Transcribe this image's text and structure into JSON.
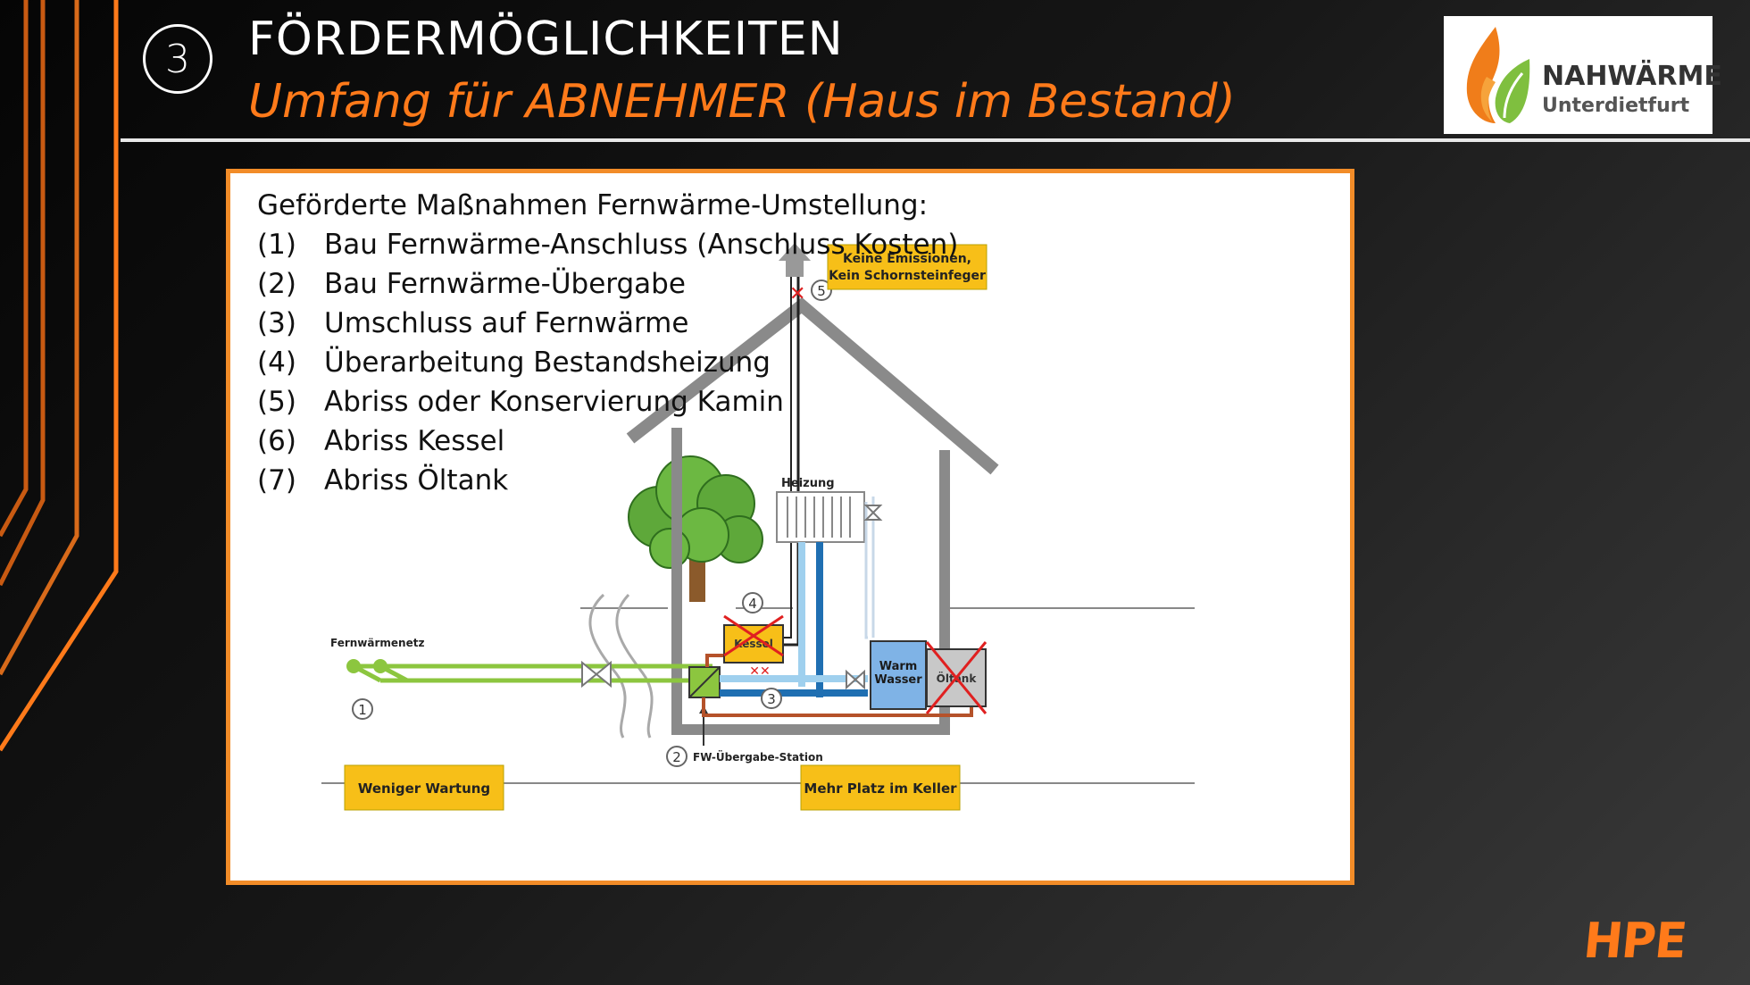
{
  "header": {
    "step_number": "3",
    "title": "FÖRDERMÖGLICHKEITEN",
    "subtitle": "Umfang für ABNEHMER (Haus im Bestand)"
  },
  "logo": {
    "line1": "NAHWÄRME",
    "line2": "Unterdietfurt"
  },
  "measures": {
    "heading": "Geförderte Maßnahmen Fernwärme-Umstellung:",
    "items": [
      {
        "num": "(1)",
        "text": "Bau Fernwärme-Anschluss (Anschluss Kosten)"
      },
      {
        "num": "(2)",
        "text": "Bau Fernwärme-Übergabe"
      },
      {
        "num": "(3)",
        "text": "Umschluss auf Fernwärme"
      },
      {
        "num": "(4)",
        "text": "Überarbeitung Bestandsheizung"
      },
      {
        "num": "(5)",
        "text": "Abriss oder Konservierung Kamin"
      },
      {
        "num": "(6)",
        "text": "Abriss Kessel"
      },
      {
        "num": "(7)",
        "text": "Abriss Öltank"
      }
    ]
  },
  "diagram": {
    "box_emissions_line1": "Keine Emissionen,",
    "box_emissions_line2": "Kein Schornsteinfeger",
    "label_heizung": "Heizung",
    "label_netz": "Fernwärmenetz",
    "label_kessel": "Kessel",
    "label_warm1": "Warm",
    "label_warm2": "Wasser",
    "label_oeltank": "Öltank",
    "label_station": "FW-Übergabe-Station",
    "box_wartung": "Weniger Wartung",
    "box_platz": "Mehr Platz im Keller",
    "marker_1": "1",
    "marker_2": "2",
    "marker_3": "3",
    "marker_4": "4",
    "marker_5": "5"
  },
  "footer": {
    "brand": "HPE"
  },
  "colors": {
    "accent": "#ff7a1a",
    "panel_border": "#f28c28",
    "box_yellow": "#f7bf18",
    "pipe_green": "#8cc63f",
    "pipe_blue_dark": "#1f6fb2",
    "pipe_blue_light": "#9fd0ee",
    "pipe_red": "#b5522a",
    "house_gray": "#8a8a8a"
  }
}
